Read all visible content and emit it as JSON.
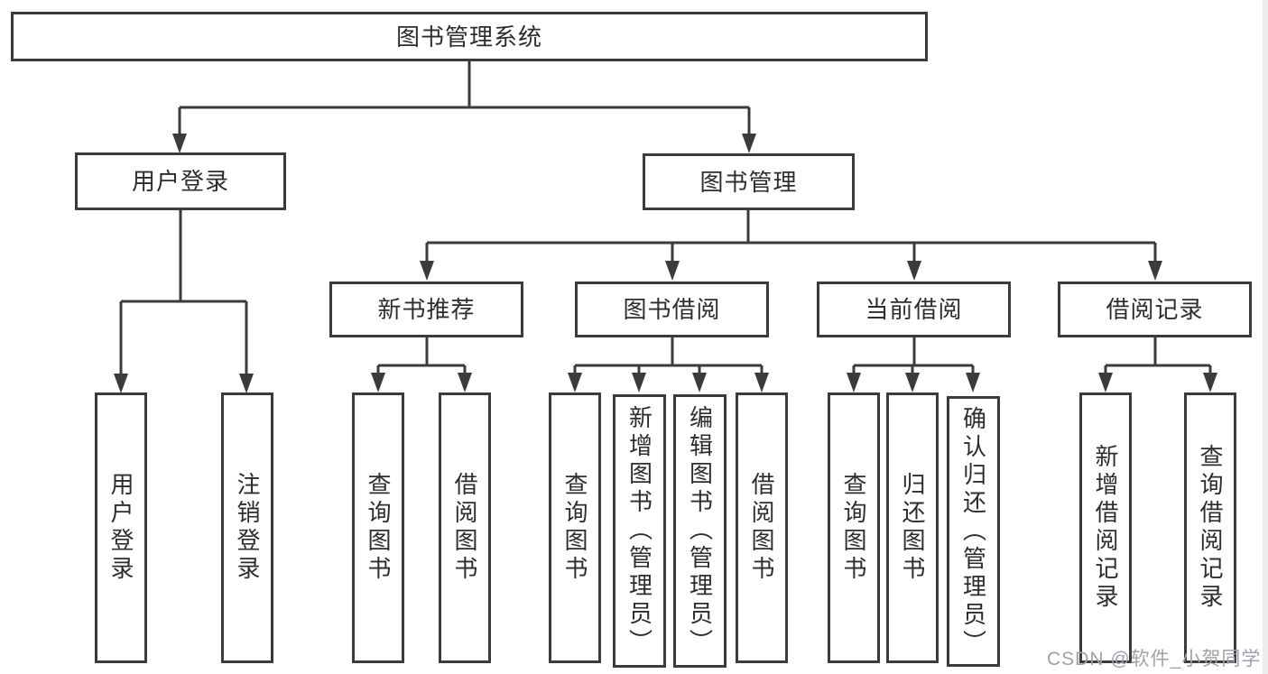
{
  "nodes": {
    "root": "图书管理系统",
    "user_login": "用户登录",
    "book_mgmt": "图书管理",
    "sub": {
      "new_rec": "新书推荐",
      "borrow": "图书借阅",
      "current": "当前借阅",
      "records": "借阅记录"
    },
    "leaves": {
      "login": "用户登录",
      "logout": "注销登录",
      "rec_query": "查询图书",
      "rec_borrow": "借阅图书",
      "bor_query": "查询图书",
      "bor_add": "新增图书（管理员）",
      "bor_edit": "编辑图书（管理员）",
      "bor_borrow": "借阅图书",
      "cur_query": "查询图书",
      "cur_return": "归还图书",
      "cur_confirm": "确认归还（管理员）",
      "rb_add": "新增借阅记录",
      "rb_query": "查询借阅记录"
    }
  },
  "watermark": "CSDN @软件_小贺同学",
  "colors": {
    "line": "#3b3b3b",
    "text": "#2d2d2d",
    "watermark": "#a0a1a9"
  }
}
